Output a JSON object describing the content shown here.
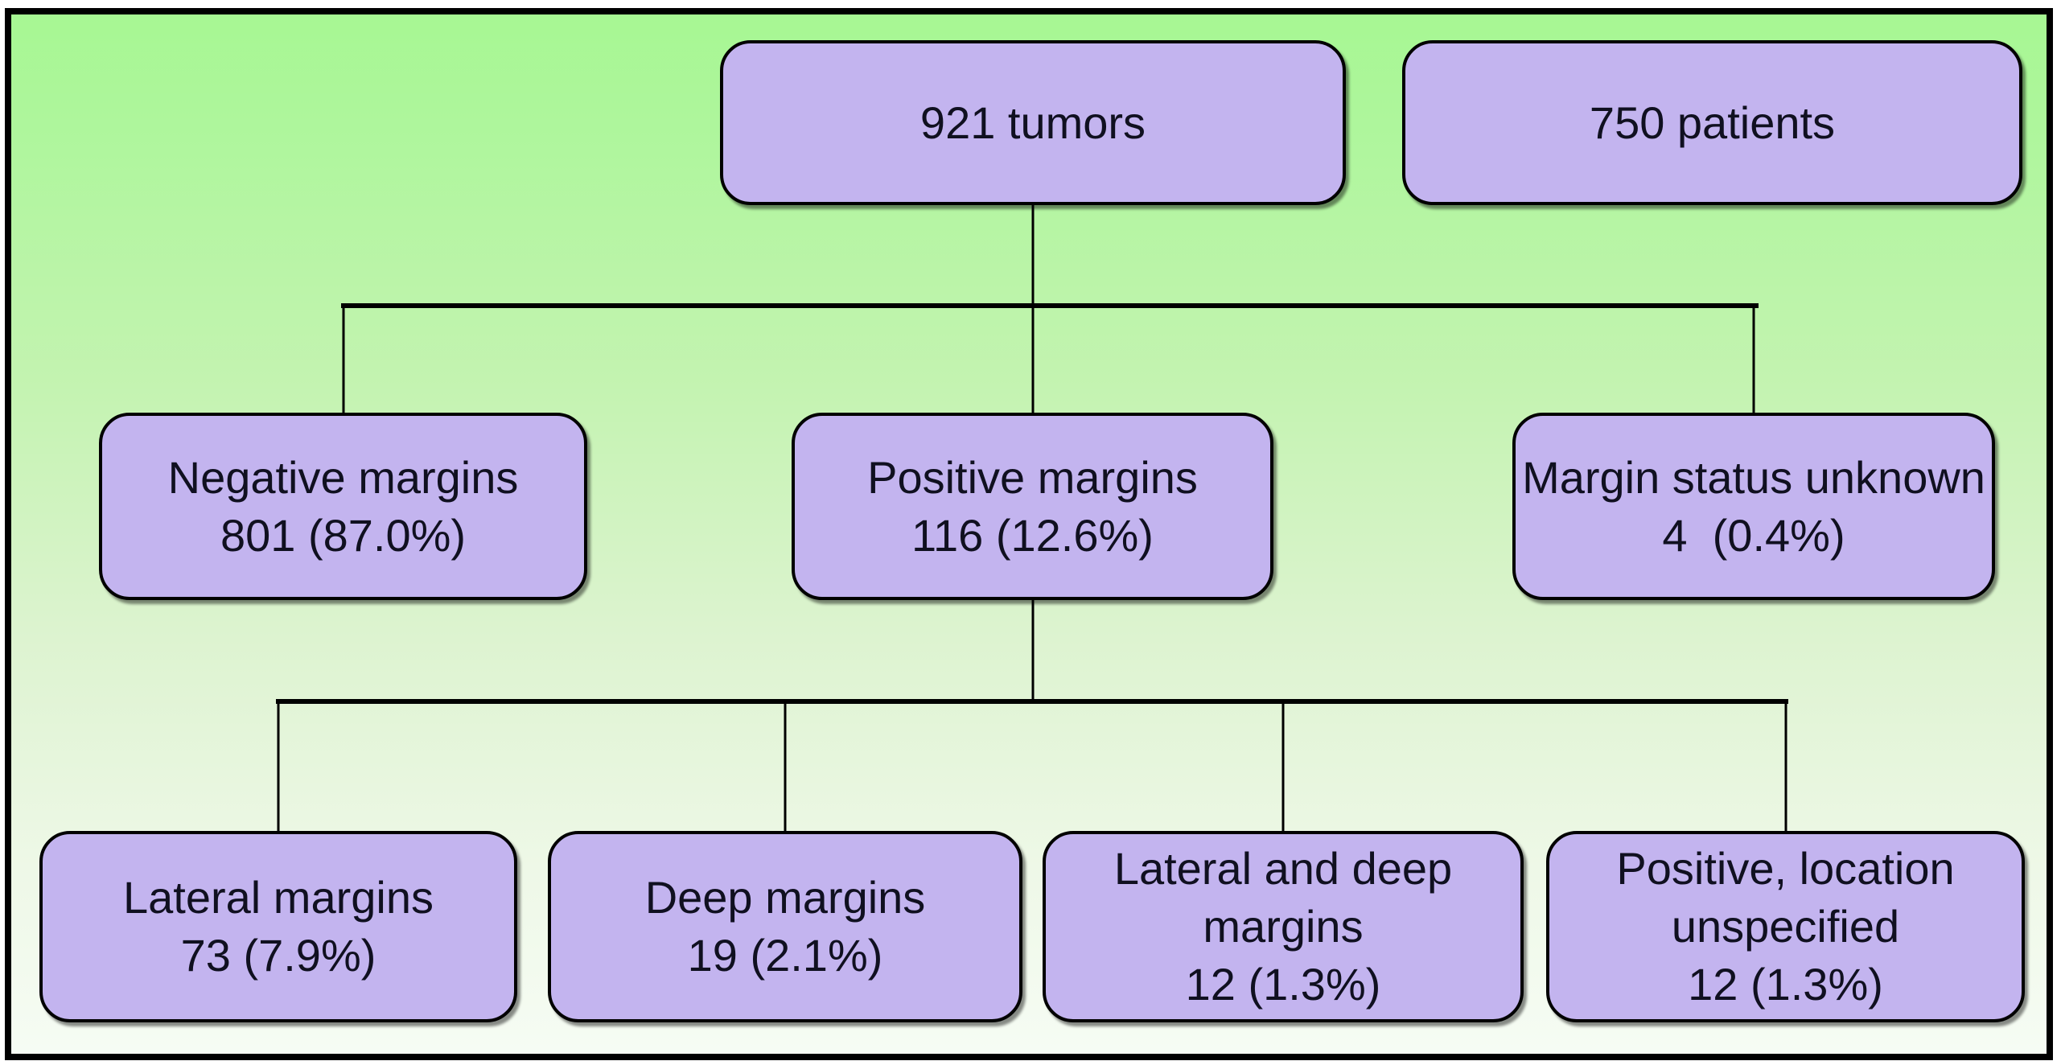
{
  "diagram": {
    "type": "flowchart",
    "root_row": {
      "tumors": {
        "label": "921 tumors"
      },
      "patients": {
        "label": "750 patients"
      }
    },
    "margin_status_row": {
      "negative": {
        "label": "Negative margins",
        "value": "801 (87.0%)"
      },
      "positive": {
        "label": "Positive margins",
        "value": "116 (12.6%)"
      },
      "unknown": {
        "label": "Margin status unknown",
        "value": "4  (0.4%)"
      }
    },
    "positive_breakdown_row": {
      "lateral": {
        "label": "Lateral margins",
        "value": "73 (7.9%)"
      },
      "deep": {
        "label": "Deep margins",
        "value": "19 (2.1%)"
      },
      "lateral_and_deep": {
        "label": "Lateral and deep margins",
        "value": "12 (1.3%)"
      },
      "unspecified": {
        "label": "Positive, location unspecified",
        "value": "12 (1.3%)"
      }
    },
    "colors": {
      "canvas_gradient_top": "#a7f793",
      "canvas_gradient_bottom": "#f6fcf4",
      "node_fill": "#c3b4ef",
      "node_border": "#000000",
      "connector": "#000000",
      "text": "#101020",
      "frame_border": "#000000",
      "page_background": "#ffffff"
    }
  }
}
